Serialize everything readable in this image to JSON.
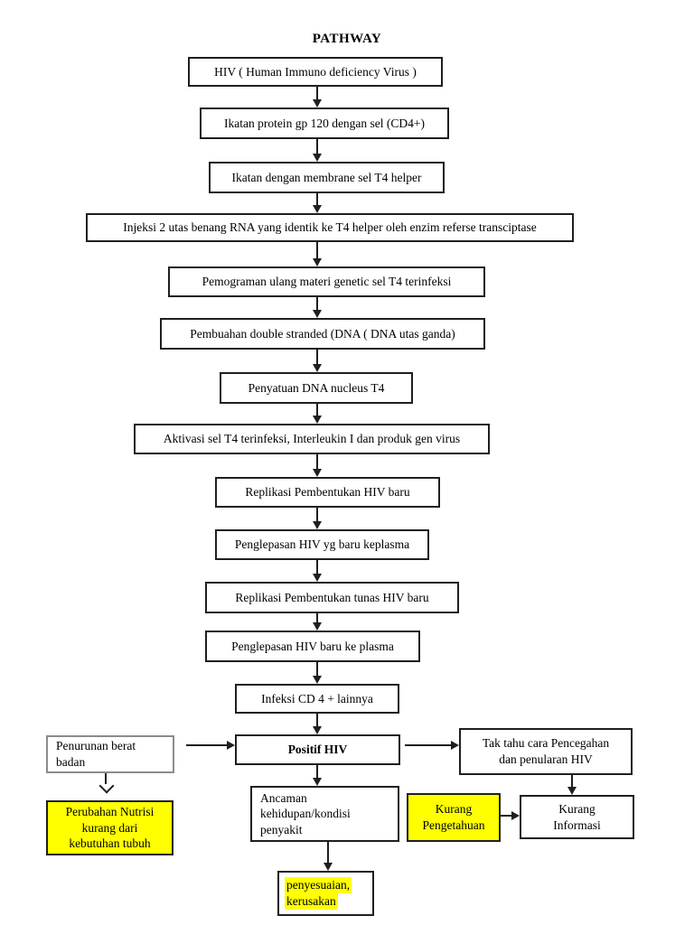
{
  "title": "PATHWAY",
  "colors": {
    "highlight": "#ffff00",
    "line": "#1f1f1f",
    "gray_border": "#8c8c8c"
  },
  "chain": [
    {
      "label": "HIV ( Human Immuno deficiency Virus )"
    },
    {
      "label": "Ikatan protein gp 120 dengan sel (CD4+)"
    },
    {
      "label": "Ikatan dengan membrane sel T4 helper"
    },
    {
      "label": "Injeksi 2 utas benang RNA yang identik ke T4 helper oleh enzim referse transciptase"
    },
    {
      "label": "Pemograman ulang materi genetic sel T4 terinfeksi"
    },
    {
      "label": "Pembuahan double stranded (DNA ( DNA utas ganda)"
    },
    {
      "label": "Penyatuan DNA nucleus T4"
    },
    {
      "label": "Aktivasi sel T4 terinfeksi, Interleukin I dan produk gen virus"
    },
    {
      "label": "Replikasi Pembentukan HIV baru"
    },
    {
      "label": "Penglepasan HIV yg baru keplasma"
    },
    {
      "label": "Replikasi Pembentukan tunas HIV baru"
    },
    {
      "label": "Penglepasan HIV baru ke plasma"
    },
    {
      "label": "Infeksi CD 4 + lainnya"
    },
    {
      "label": "Positif HIV"
    }
  ],
  "side_left": {
    "penurunan": {
      "lines": [
        "Penurunan berat",
        "badan"
      ]
    },
    "perubahan": {
      "lines": [
        "Perubahan Nutrisi",
        "kurang dari",
        "kebutuhan tubuh"
      ]
    }
  },
  "bottom": {
    "ancaman": {
      "lines": [
        "Ancaman",
        "kehidupan/kondisi",
        "penyakit"
      ]
    },
    "penyesuaian": {
      "lines": [
        "penyesuaian,",
        "kerusakan"
      ]
    }
  },
  "side_right": {
    "tak_tahu": {
      "lines": [
        "Tak tahu cara Pencegahan",
        "dan penularan HIV"
      ]
    },
    "kurang_pengetahuan": {
      "lines": [
        "Kurang",
        "Pengetahuan"
      ]
    },
    "kurang_informasi": {
      "lines": [
        "Kurang",
        "Informasi"
      ]
    }
  }
}
